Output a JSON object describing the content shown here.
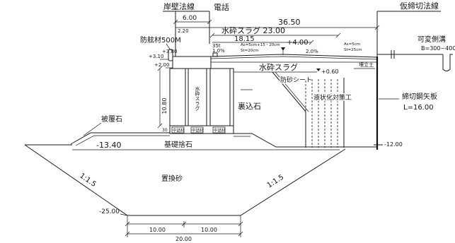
{
  "header": {
    "quay_line": "岸壁法線",
    "telephone": "電話",
    "cofferdam_line": "仮締切法線"
  },
  "dimensions_top": {
    "d_6_00": "6.00",
    "d_36_50": "36.50",
    "d_2_20": "2.20",
    "slag_width": "水砕スラグ 23.00",
    "d_18_15": "18.15"
  },
  "superstructure": {
    "fender": "防舷材500M",
    "bollard": "35t",
    "slope_sea": "1.0%",
    "pavement_front_1": "As=5cm+15・20cm",
    "pavement_front_2": "St=20cm",
    "crest_level": "+4.00",
    "slope_land": "2.0%",
    "pavement_rear_1": "As=5cm",
    "pavement_rear_2": "St=25cm",
    "level_3_10": "+3.10",
    "level_3_80": "+3.80",
    "level_2_00": "+2.00"
  },
  "fill": {
    "slag": "水砕スラグ",
    "reclaimed_soil": "埋立土",
    "level_0_60": "+0.60",
    "sand_sheet": "防砂シート",
    "backfill_stone": "裏込石",
    "liquefaction_measure": "液状化対策工"
  },
  "caisson": {
    "height": "10.80",
    "cell_label": "水砕スラグ",
    "base_thickness": "30",
    "infill": [
      "中詰材",
      "中詰材",
      "中詰材"
    ]
  },
  "right_side": {
    "ditch": "可変側溝",
    "ditch_width": "B=300~400",
    "sheet_pile": "締切鋼矢板",
    "sheet_pile_length": "L=16.00",
    "seabed_level": "-12.00"
  },
  "foundation": {
    "armor_stone": "被覆石",
    "seabed_level": "-13.40",
    "rubble": "基礎捨石",
    "replacement_sand": "置換砂",
    "slope_left": "1:1.5",
    "slope_right": "1:1.5",
    "bottom_level": "-25.00"
  },
  "dimensions_bottom": {
    "left": "10.00",
    "right": "10.00",
    "total": "20.00"
  }
}
